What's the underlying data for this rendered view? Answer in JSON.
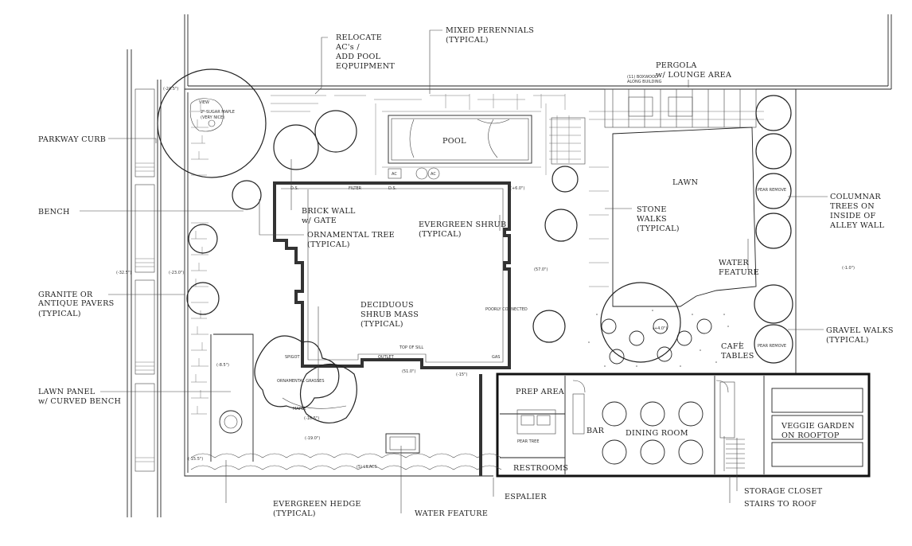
{
  "labels": {
    "parkway_curb": "PARKWAY CURB",
    "bench": "BENCH",
    "granite_1": "GRANITE OR",
    "granite_2": "ANTIQUE PAVERS",
    "granite_3": "(TYPICAL)",
    "lawn_panel_1": "LAWN PANEL",
    "lawn_panel_2": "w/ CURVED BENCH",
    "relocate_1": "RELOCATE",
    "relocate_2": "AC's /",
    "relocate_3": "ADD POOL",
    "relocate_4": "EQPUIPMENT",
    "mixed_1": "MIXED PERENNIALS",
    "mixed_2": "(TYPICAL)",
    "pergola_1": "PERGOLA",
    "pergola_2": "w/ LOUNGE AREA",
    "pool": "POOL",
    "lawn": "LAWN",
    "brick_1": "BRICK WALL",
    "brick_2": "w/ GATE",
    "orn_1": "ORNAMENTAL TREE",
    "orn_2": "(TYPICAL)",
    "evergreen_shrub_1": "EVERGREEN SHRUB",
    "evergreen_shrub_2": "(TYPICAL)",
    "stone_1": "STONE",
    "stone_2": "WALKS",
    "stone_3": "(TYPICAL)",
    "columnar_1": "COLUMNAR",
    "columnar_2": "TREES ON",
    "columnar_3": "INSIDE OF",
    "columnar_4": "ALLEY WALL",
    "water_feature_top_1": "WATER",
    "water_feature_top_2": "FEATURE",
    "deciduous_1": "DECIDUOUS",
    "deciduous_2": "SHRUB MASS",
    "deciduous_3": "(TYPICAL)",
    "gravel_1": "GRAVEL WALKS",
    "gravel_2": "(TYPICAL)",
    "cafe_1": "CAFE",
    "cafe_2": "TABLES",
    "prep_area": "PREP AREA",
    "bar": "BAR",
    "dining_room": "DINING ROOM",
    "veggie_1": "VEGGIE GARDEN",
    "veggie_2": "ON ROOFTOP",
    "restrooms": "RESTROOMS",
    "storage": "STORAGE CLOSET",
    "stairs": "STAIRS TO ROOF",
    "espalier": "ESPALIER",
    "water_feature_bottom": "WATER FEATURE",
    "evergreen_hedge_1": "EVERGREEN HEDGE",
    "evergreen_hedge_2": "(TYPICAL)"
  },
  "notes": {
    "sugar_maple": "2\" SUGAR MAPLE",
    "very_nice": "(VERY NICE)",
    "view": "VIEW",
    "boxwood_1": "(11) BOXWOOD",
    "boxwood_2": "ALONG BUILDING",
    "filter": "FILTER",
    "ds": "D.S.",
    "ac": "AC",
    "spigot": "SPIGOT",
    "outlet": "OUTLET",
    "gas": "GAS",
    "top_of_sill": "TOP OF SILL",
    "lilacs": "(5) LILACS",
    "pear_remove": "PEAR REMOVE",
    "poorly_connected": "POORLY CONNECTED",
    "maple": "MAPLE",
    "ornamental_grasses": "ORNAMENTAL GRASSES",
    "pear_tree": "PEAR TREE",
    "elev_1": "(-24.5\")",
    "elev_2": "(-32.5\")",
    "elev_3": "(-23.0\")",
    "elev_4": "(-8.5\")",
    "elev_5": "(-15\")",
    "elev_6": "(+6.0\")",
    "elev_7": "(+4.0\")",
    "elev_8": "(-1.0\")",
    "elev_9": "(51.0\")",
    "elev_10": "(57.0\")",
    "elev_11": "(-19.0\")",
    "elev_12": "(-16.5\")",
    "elev_13": "(-15.5\")"
  }
}
